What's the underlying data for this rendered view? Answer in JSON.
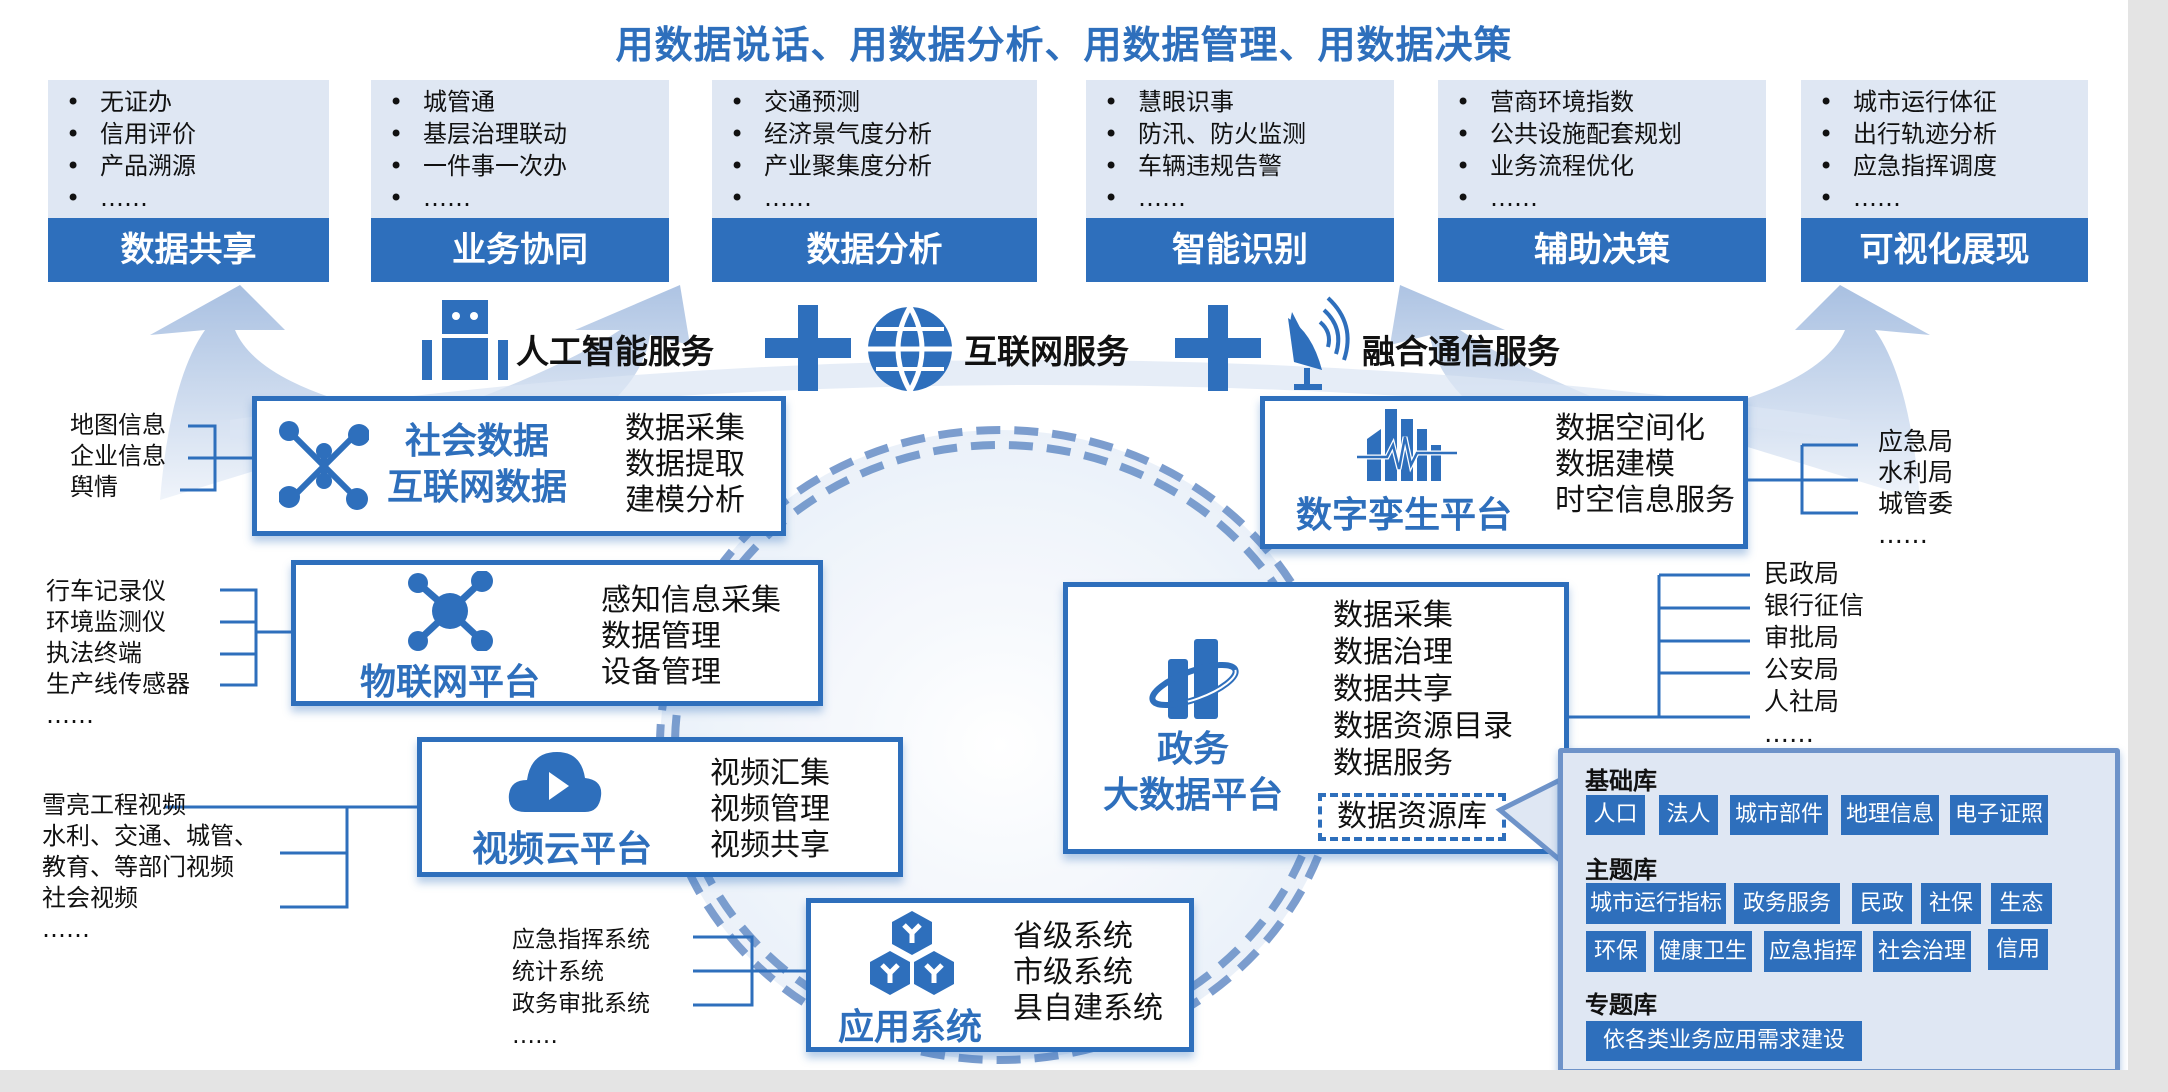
{
  "title": "用数据说话、用数据分析、用数据管理、用数据决策",
  "top_boxes": [
    {
      "label": "数据共享",
      "items": [
        "无证办",
        "信用评价",
        "产品溯源",
        "……"
      ]
    },
    {
      "label": "业务协同",
      "items": [
        "城管通",
        "基层治理联动",
        "一件事一次办",
        "……"
      ]
    },
    {
      "label": "数据分析",
      "items": [
        "交通预测",
        "经济景气度分析",
        "产业聚集度分析",
        "……"
      ]
    },
    {
      "label": "智能识别",
      "items": [
        "慧眼识事",
        "防汛、防火监测",
        "车辆违规告警",
        "……"
      ]
    },
    {
      "label": "辅助决策",
      "items": [
        "营商环境指数",
        "公共设施配套规划",
        "业务流程优化",
        "……"
      ]
    },
    {
      "label": "可视化展现",
      "items": [
        "城市运行体征",
        "出行轨迹分析",
        "应急指挥调度",
        "……"
      ]
    }
  ],
  "services": {
    "ai": {
      "label": "人工智能服务",
      "icon": "robot-icon"
    },
    "plus1": "plus-icon",
    "internet": {
      "label": "互联网服务",
      "icon": "globe-icon"
    },
    "plus2": "plus-icon",
    "telecom": {
      "label": "融合通信服务",
      "icon": "satellite-dish-icon"
    }
  },
  "platforms": {
    "social": {
      "name_lines": [
        "社会数据",
        "互联网数据"
      ],
      "functions": [
        "数据采集",
        "数据提取",
        "建模分析"
      ],
      "sources": [
        "地图信息",
        "企业信息",
        "舆情"
      ],
      "icon": "network-nodes-icon"
    },
    "iot": {
      "name": "物联网平台",
      "functions": [
        "感知信息采集",
        "数据管理",
        "设备管理"
      ],
      "sources": [
        "行车记录仪",
        "环境监测仪",
        "执法终端",
        "生产线传感器",
        "……"
      ],
      "icon": "iot-hub-icon"
    },
    "video": {
      "name": "视频云平台",
      "functions": [
        "视频汇集",
        "视频管理",
        "视频共享"
      ],
      "sources": [
        "雪亮工程视频",
        "水利、交通、城管、",
        "教育、等部门视频",
        "社会视频",
        "……"
      ],
      "icon": "cloud-play-icon"
    },
    "apps": {
      "name": "应用系统",
      "functions": [
        "省级系统",
        "市级系统",
        "县自建系统"
      ],
      "sources": [
        "应急指挥系统",
        "统计系统",
        "政务审批系统",
        "……"
      ],
      "icon": "cubes-icon"
    },
    "twin": {
      "name": "数字孪生平台",
      "functions": [
        "数据空间化",
        "数据建模",
        "时空信息服务"
      ],
      "consumers": [
        "应急局",
        "水利局",
        "城管委",
        "……"
      ],
      "icon": "city-pulse-icon"
    },
    "gov": {
      "name_lines": [
        "政务",
        "大数据平台"
      ],
      "functions": [
        "数据采集",
        "数据治理",
        "数据共享",
        "数据资源目录",
        "数据服务"
      ],
      "resource_label": "数据资源库",
      "consumers": [
        "民政局",
        "银行征信",
        "审批局",
        "公安局",
        "人社局",
        "……"
      ],
      "icon": "bar-orbit-icon"
    }
  },
  "resource_library": {
    "basic": {
      "title": "基础库",
      "tags": [
        "人口",
        "法人",
        "城市部件",
        "地理信息",
        "电子证照"
      ]
    },
    "theme": {
      "title": "主题库",
      "tags": [
        "城市运行指标",
        "政务服务",
        "民政",
        "社保",
        "生态",
        "环保",
        "健康卫生",
        "应急指挥",
        "社会治理",
        "信用"
      ]
    },
    "special": {
      "title": "专题库",
      "tags": [
        "依各类业务应用需求建设"
      ]
    }
  },
  "colors": {
    "primary": "#2e6fbc",
    "panel_bg": "#dfe7f3",
    "page_bg": "#ffffff",
    "outer_bg": "#e4e4e4"
  }
}
